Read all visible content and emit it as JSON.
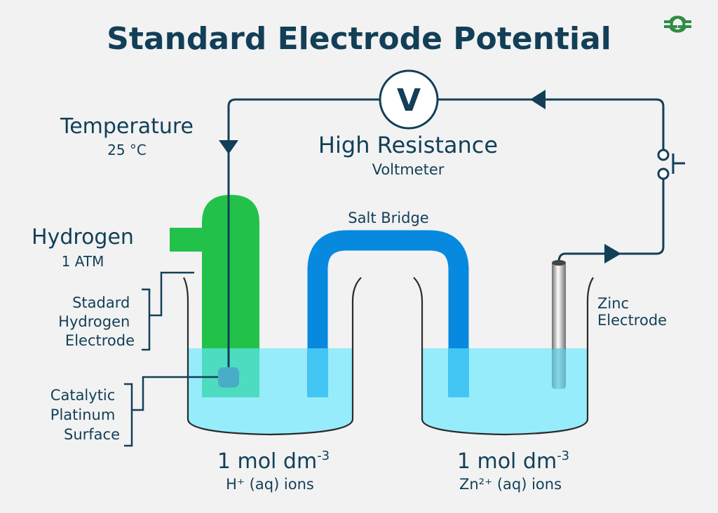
{
  "title": "Standard Electrode Potential",
  "logo": {
    "icon": "gfg-logo-icon",
    "color": "#2f8d46"
  },
  "colors": {
    "text": "#123f57",
    "wire": "#123f57",
    "hydrogen_tube": "#22c24a",
    "salt_bridge": "#0789e0",
    "solution": "#96ecfb",
    "platinum": "#4aadc7"
  },
  "labels": {
    "temperature": {
      "title": "Temperature",
      "value": "25 °C"
    },
    "hydrogen": {
      "title": "Hydrogen",
      "value": "1 ATM"
    },
    "voltmeter": {
      "symbol": "V",
      "title": "High Resistance",
      "subtitle": "Voltmeter"
    },
    "salt_bridge": "Salt Bridge",
    "she": [
      "Stadard",
      "Hydrogen",
      "Electrode"
    ],
    "platinum": [
      "Catalytic",
      "Platinum",
      "Surface"
    ],
    "zinc": [
      "Zinc",
      "Electrode"
    ],
    "left_solution": {
      "conc": "1 mol dm",
      "exp": "-3",
      "ion": "H⁺ (aq) ions"
    },
    "right_solution": {
      "conc": "1 mol dm",
      "exp": "-3",
      "ion": "Zn²⁺ (aq) ions"
    }
  },
  "icons": [
    "voltmeter-icon",
    "switch-icon",
    "arrow-icon",
    "electrode-icon",
    "beaker-icon"
  ]
}
